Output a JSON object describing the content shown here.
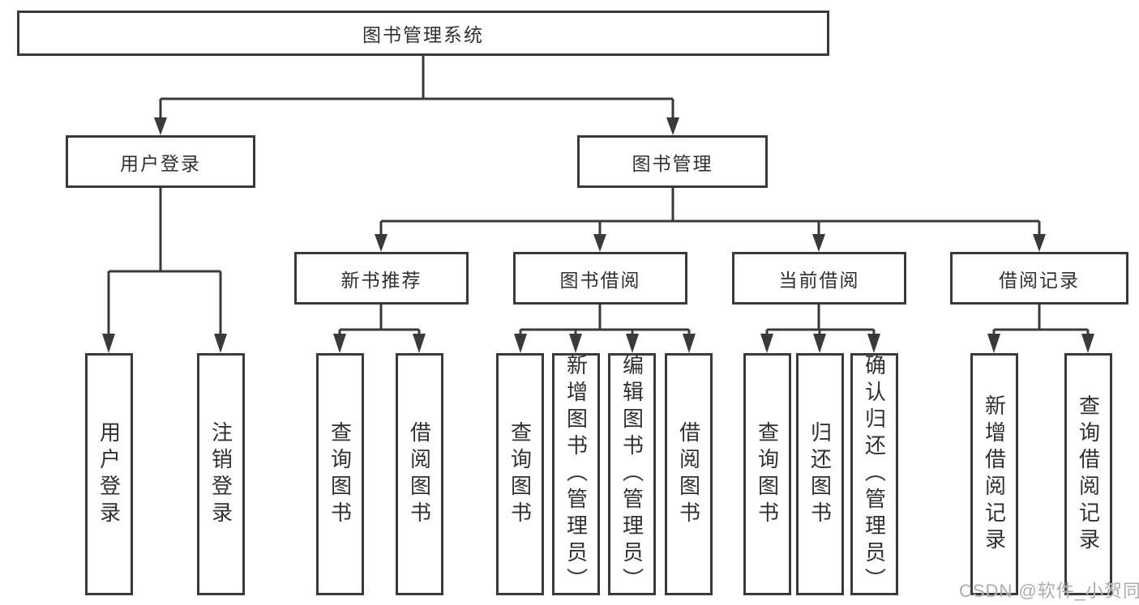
{
  "diagram": {
    "root": "图书管理系统",
    "level2": {
      "user_login": "用户登录",
      "book_mgmt": "图书管理"
    },
    "level3": {
      "new_books": "新书推荐",
      "borrow": "图书借阅",
      "current": "当前借阅",
      "records": "借阅记录"
    },
    "leaves": {
      "user_login_1": "用户登录",
      "user_login_2": "注销登录",
      "new_books_1": "查询图书",
      "new_books_2": "借阅图书",
      "borrow_1": "查询图书",
      "borrow_2": "新增图书（管理员）",
      "borrow_3": "编辑图书（管理员）",
      "borrow_4": "借阅图书",
      "current_1": "查询图书",
      "current_2": "归还图书",
      "current_3": "确认归还（管理员）",
      "records_1": "新增借阅记录",
      "records_2": "查询借阅记录"
    }
  },
  "watermark": "CSDN @软件_小贺同学",
  "colors": {
    "line": "#3a3a3a",
    "text": "#303030",
    "background": "#ffffff",
    "watermark": "#ababab"
  }
}
